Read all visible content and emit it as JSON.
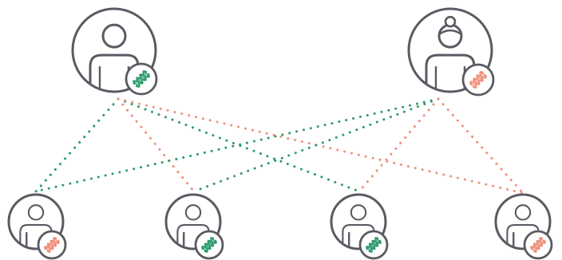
{
  "diagram": {
    "colors": {
      "outline": "#5a5a63",
      "green": "#2e9a6e",
      "salmon": "#f0907c",
      "background": "#ffffff"
    },
    "parents": [
      {
        "id": "parent-left",
        "icon": "male-person-icon",
        "dna_badge": "dna-icon"
      },
      {
        "id": "parent-right",
        "icon": "female-person-with-bun-icon",
        "dna_badge": "dna-icon"
      }
    ],
    "children": [
      {
        "id": "child-1",
        "icon": "person-icon",
        "dna_badge": "dna-icon",
        "dna_color": "salmon"
      },
      {
        "id": "child-2",
        "icon": "person-icon",
        "dna_badge": "dna-icon",
        "dna_color": "green"
      },
      {
        "id": "child-3",
        "icon": "person-icon",
        "dna_badge": "dna-icon",
        "dna_color": "green"
      },
      {
        "id": "child-4",
        "icon": "person-icon",
        "dna_badge": "dna-icon",
        "dna_color": "salmon"
      }
    ],
    "connections": [
      {
        "from": "parent-left",
        "to": "child-1",
        "color": "green"
      },
      {
        "from": "parent-left",
        "to": "child-2",
        "color": "salmon"
      },
      {
        "from": "parent-left",
        "to": "child-3",
        "color": "green"
      },
      {
        "from": "parent-left",
        "to": "child-4",
        "color": "salmon"
      },
      {
        "from": "parent-right",
        "to": "child-1",
        "color": "green"
      },
      {
        "from": "parent-right",
        "to": "child-2",
        "color": "green"
      },
      {
        "from": "parent-right",
        "to": "child-3",
        "color": "salmon"
      },
      {
        "from": "parent-right",
        "to": "child-4",
        "color": "salmon"
      }
    ]
  }
}
